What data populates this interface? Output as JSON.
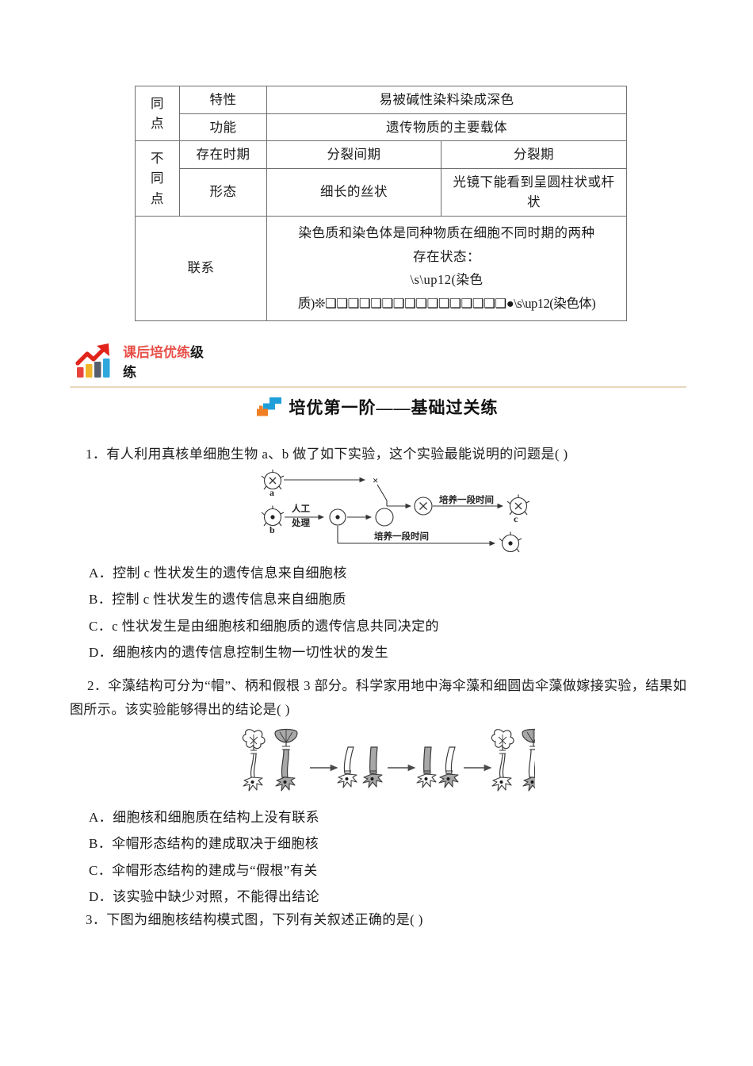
{
  "table": {
    "rows": [
      {
        "category": "同点",
        "attribute": "特性",
        "merged_value": "易被碱性染料染成深色"
      },
      {
        "category": "",
        "attribute": "功能",
        "merged_value": "遗传物质的主要载体"
      },
      {
        "category": "不同点",
        "attribute": "存在时期",
        "mid": "分裂间期",
        "right": "分裂期"
      },
      {
        "category": "",
        "attribute": "形态",
        "mid": "细长的丝状",
        "right": "光镜下能看到呈圆柱状或杆状"
      }
    ],
    "link_label": "联系",
    "link_lines": [
      "染色质和染色体是同种物质在细胞不同时期的两种",
      "存在状态：",
      "\\s\\up12(染色",
      "质)❊❑❑❑❑❑❑❑❑❑❑❑❑❑❑❑❑●\\s\\up12(染色体)"
    ],
    "cat_chars": {
      "same": [
        "同",
        "点"
      ],
      "diff": [
        "不",
        "同",
        "点"
      ]
    }
  },
  "logo": {
    "title_red": "课后培优练",
    "title_black": "级",
    "title_line2": "练",
    "bar_colors": [
      "#e8443c",
      "#f0b428",
      "#565f6b",
      "#2fa8dd"
    ],
    "arrow_color": "#e1251b"
  },
  "section": {
    "title": "培优第一阶——基础过关练",
    "step_colors": {
      "orange": "#f07f23",
      "blue": "#1f9fda",
      "blue_dark": "#0f8fd0"
    }
  },
  "questions": [
    {
      "number": "1",
      "stem": "1．有人利用真核单细胞生物 a、b 做了如下实验，这个实验最能说明的问题是(    )",
      "options": [
        "A．控制 c 性状发生的遗传信息来自细胞核",
        "B．控制 c 性状发生的遗传信息来自细胞质",
        "C．c 性状发生是由细胞核和细胞质的遗传信息共同决定的",
        "D．细胞核内的遗传信息控制生物一切性状的发生"
      ],
      "figure_labels": {
        "a": "a",
        "b": "b",
        "c": "c",
        "treat_line1": "人工",
        "treat_line2": "处理",
        "culture_top": "培养一段时间",
        "culture_bottom": "培养一段时间",
        "cross": "×"
      }
    },
    {
      "number": "2",
      "stem": "2．伞藻结构可分为“帽”、柄和假根 3 部分。科学家用地中海伞藻和细圆齿伞藻做嫁接实验，结果如图所示。该实验能够得出的结论是(    )",
      "options": [
        "A．细胞核和细胞质在结构上没有联系",
        "B．伞帽形态结构的建成取决于细胞核",
        "C．伞帽形态结构的建成与“假根”有关",
        "D．该实验中缺少对照，不能得出结论"
      ]
    },
    {
      "number": "3",
      "stem": "3．下图为细胞核结构模式图，下列有关叙述正确的是(    )"
    }
  ]
}
